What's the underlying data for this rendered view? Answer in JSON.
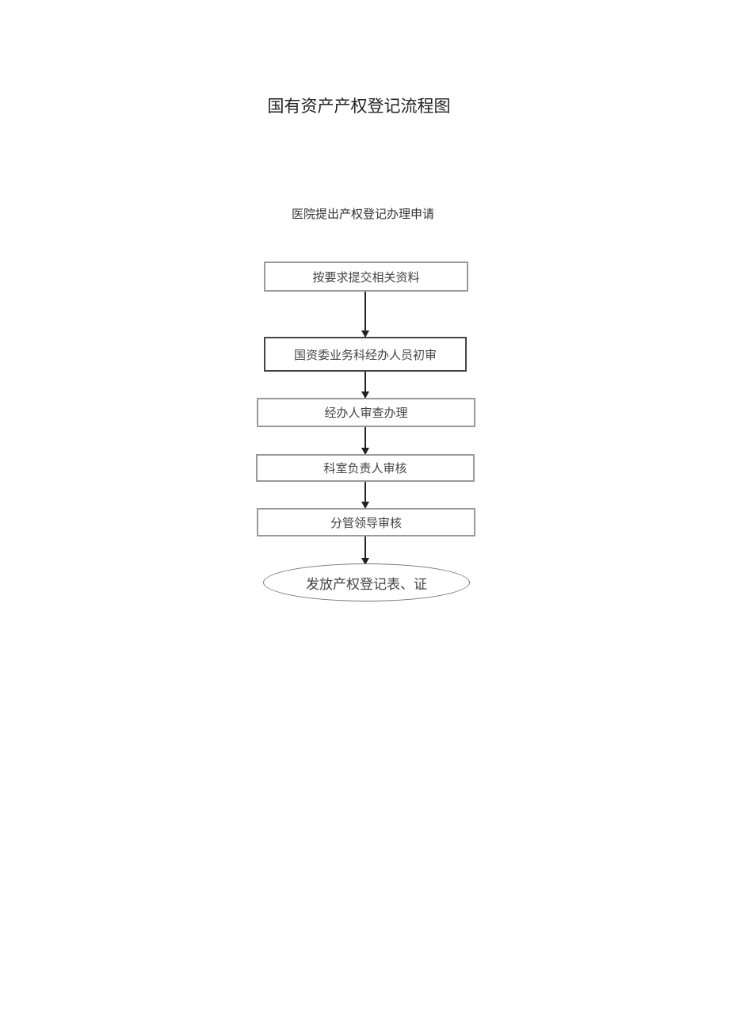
{
  "title": "国有资产产权登记流程图",
  "start_label": "医院提出产权登记办理申请",
  "steps": [
    {
      "label": "按要求提交相关资料",
      "shape": "rect"
    },
    {
      "label": "国资委业务科经办人员初审",
      "shape": "rect"
    },
    {
      "label": "经办人审查办理",
      "shape": "rect"
    },
    {
      "label": "科室负责人审核",
      "shape": "rect"
    },
    {
      "label": "分管领导审核",
      "shape": "rect"
    },
    {
      "label": "发放产权登记表、证",
      "shape": "ellipse"
    }
  ],
  "colors": {
    "text": "#333333",
    "box_border_light": "#9a9a9a",
    "box_border_dark": "#444444",
    "arrow": "#222222"
  }
}
